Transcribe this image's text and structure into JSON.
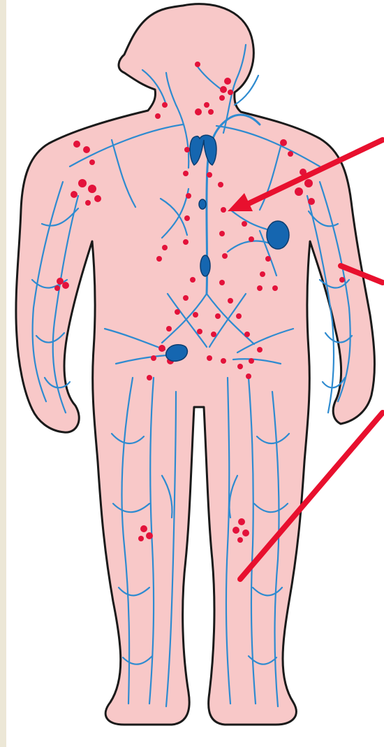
{
  "colors": {
    "page_background": "#ffffff",
    "left_margin_strip": "#ece7d6",
    "skin_fill": "#f8c8c8",
    "body_outline": "#1a1a1a",
    "lymph_vessel": "#2e8bd0",
    "lymph_node": "#e3123a",
    "organ": "#1566b0",
    "pointer_arrow": "#e8102e"
  },
  "icons": {
    "figure": "human-body-silhouette",
    "pointer_top": "arrow-pointing-to-thoracic-duct",
    "pointer_middle": "line-to-arm-lymph-vessels",
    "pointer_bottom": "line-to-leg-lymph-vessels"
  },
  "structures": [
    "thymus",
    "spleen",
    "thoracic-duct",
    "cisterna-chyli",
    "lymph-nodes",
    "lymph-vessels"
  ]
}
